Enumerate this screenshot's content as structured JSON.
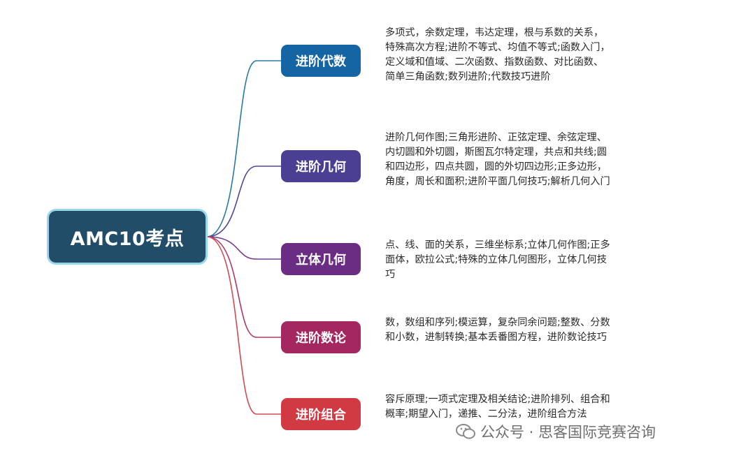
{
  "root": {
    "label": "AMC10考点"
  },
  "branches": [
    {
      "label": "进阶代数",
      "color": "#1565a4",
      "edge_color": "#2a7aa3",
      "desc": "多项式，余数定理，韦达定理，根与系数的关系，特殊高次方程;进阶不等式、均值不等式;函数入门，定义域和值域、二次函数、指数函数、对比函数、简单三角函数;数列进阶;代数技巧进阶"
    },
    {
      "label": "进阶几何",
      "color": "#4a3f92",
      "edge_color": "#56459a",
      "desc": "进阶几何作图;三角形进阶、正弦定理、余弦定理、内切圆和外切圆，斯图瓦尔特定理，共点和共线;圆和四边形，四点共圆，圆的外切四边形;正多边形，角度，周长和面积;进阶平面几何技巧;解析几何入门"
    },
    {
      "label": "立体几何",
      "color": "#6a2d83",
      "edge_color": "#793b8c",
      "desc": "点、线、面的关系，三维坐标系;立体几何作图;正多面体，欧拉公式;特殊的立体几何图形，立体几何技巧"
    },
    {
      "label": "进阶数论",
      "color": "#a52760",
      "edge_color": "#b03868",
      "desc": "数，数组和序列;模运算，复杂同余问题;整数、分数和小数，进制转换;基本丢番图方程，进阶数论技巧"
    },
    {
      "label": "进阶组合",
      "color": "#d23a43",
      "edge_color": "#d34a50",
      "desc": "容斥原理;一项式定理及相关结论;进阶排列、组合和概率;期望入门，递推、二分法，进阶组合方法"
    }
  ],
  "watermark": {
    "text": "公众号 · 思客国际竞赛咨询",
    "icon": "wechat-icon"
  }
}
